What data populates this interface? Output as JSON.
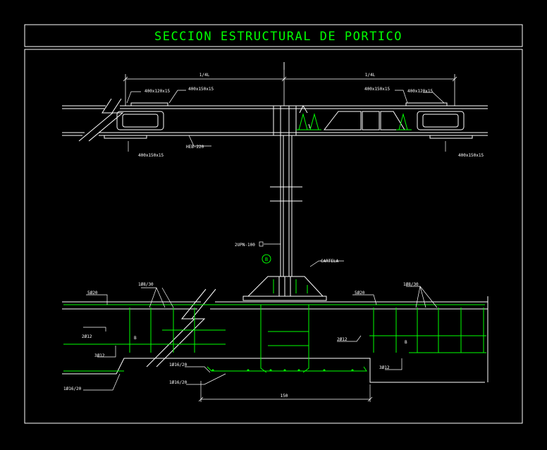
{
  "title": "SECCION ESTRUCTURAL DE PORTICO",
  "colors": {
    "background": "#000000",
    "line": "#ffffff",
    "rebar": "#00ff00",
    "title": "#00ff00",
    "dim": "#c8c8c8"
  },
  "labels": {
    "span_left": "1/4L",
    "span_right": "1/4L",
    "plate_top_left_a": "400x120x15",
    "plate_top_left_b": "400x150x15",
    "plate_top_right_a": "400x150x15",
    "plate_top_right_b": "400x120x15",
    "plate_bottom_left": "400x150x15",
    "plate_bottom_right": "400x150x15",
    "beam_profile": "HEB-220",
    "column_profile": "2UPN-100",
    "axis_marker": "B",
    "gusset": "CARTELA",
    "stirrup_left": "1Ø8/30",
    "stirrup_right": "1Ø8/30",
    "top_bars_left": "5Ø20",
    "top_bars_right": "5Ø20",
    "mid_bars_left": "2Ø12",
    "mid_bars_right": "2Ø12",
    "bottom_bars_left": "3Ø12",
    "bottom_bars_right": "3Ø12",
    "section_left": "B",
    "section_right": "B",
    "anchor_a": "1Ø16/20",
    "anchor_b": "1Ø16/20",
    "anchor_c": "1Ø16/20",
    "footing_width": "150"
  }
}
